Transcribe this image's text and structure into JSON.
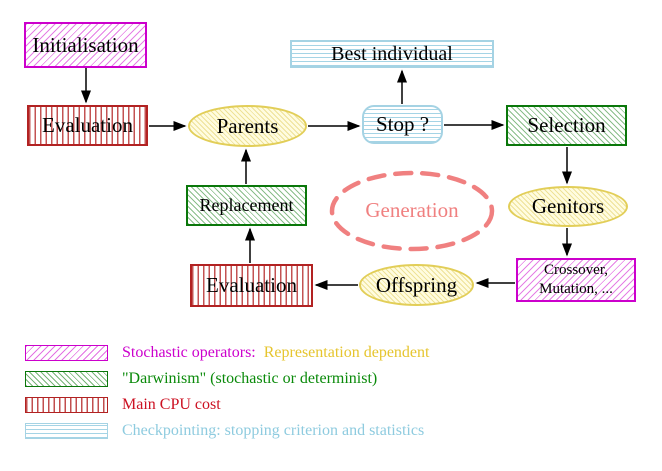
{
  "nodes": {
    "initialisation": {
      "label": "Initialisation"
    },
    "evaluation_top": {
      "label": "Evaluation"
    },
    "parents": {
      "label": "Parents"
    },
    "stop": {
      "label": "Stop ?"
    },
    "best_individual": {
      "label": "Best individual"
    },
    "selection": {
      "label": "Selection"
    },
    "genitors": {
      "label": "Genitors"
    },
    "crossover_mutation": {
      "line1": "Crossover,",
      "line2": "Mutation, ..."
    },
    "offspring": {
      "label": "Offspring"
    },
    "evaluation_bottom": {
      "label": "Evaluation"
    },
    "replacement": {
      "label": "Replacement"
    },
    "generation": {
      "label": "Generation"
    }
  },
  "legend": {
    "rows": [
      {
        "swatch": "magenta-diagonal-hatch",
        "text": "Stochastic operators:",
        "text2": "Representation dependent"
      },
      {
        "swatch": "green-diagonal-hatch",
        "text": "\"Darwinism\" (stochastic or determinist)"
      },
      {
        "swatch": "red-vertical-stripes",
        "text": "Main CPU cost"
      },
      {
        "swatch": "cyan-horizontal-stripes",
        "text": "Checkpointing: stopping criterion and statistics"
      }
    ]
  },
  "colors": {
    "magenta": "#cc00cc",
    "green": "#0a770a",
    "red": "#b22222",
    "cyan": "#a5d3e4",
    "yellow": "#e2ce58",
    "gold_text": "#e6c52e",
    "salmon": "#f08080",
    "arrow": "#000000"
  }
}
